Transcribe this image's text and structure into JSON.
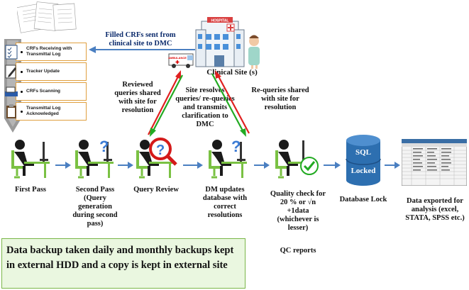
{
  "left_panel": {
    "steps": [
      {
        "label": "CRFs Receiving with Transmittal Log",
        "icon": "checklist-icon"
      },
      {
        "label": "Tracker Update",
        "icon": "edit-doc-icon"
      },
      {
        "label": "CRFs Scanning",
        "icon": "scanner-icon"
      },
      {
        "label": "Transmittal Log Acknowledged",
        "icon": "clipboard-icon"
      }
    ]
  },
  "top": {
    "crf_sent": "Filled CRFs sent from clinical site to DMC",
    "clinical_site": "Clinical Site (s)",
    "reviewed_queries": "Reviewed queries shared with site for resolution",
    "site_resolves": "Site resolves queries/ re-queries and transmits clarification to DMC",
    "requeries": "Re-queries shared with site for resolution",
    "hospital_sign": "HOSPITAL",
    "ambulance_sign": "AMBULANCE"
  },
  "workflow": {
    "first_pass": "First Pass",
    "second_pass": "Second Pass (Query generation during second pass)",
    "query_review": "Query Review",
    "dm_updates": "DM updates database with correct resolutions",
    "quality_check": "Quality check for 20 % or √n +1data (whichever is lesser)",
    "qc_reports": "QC reports",
    "database_lock": "Database Lock",
    "db_sql": "SQL",
    "db_locked": "Locked",
    "data_exported": "Data exported for analysis (excel, STATA, SPSS etc.)"
  },
  "backup_note": "Data backup taken daily and monthly backups kept in external HDD and a copy is kept in external site",
  "colors": {
    "arrow_blue": "#4a7fc1",
    "arrow_red": "#e02020",
    "arrow_green": "#22aa22",
    "chevron_gray": "#9a9a9a",
    "note_bg": "#eaf7e0",
    "note_border": "#7ab648",
    "db_blue": "#2d6fb0"
  }
}
